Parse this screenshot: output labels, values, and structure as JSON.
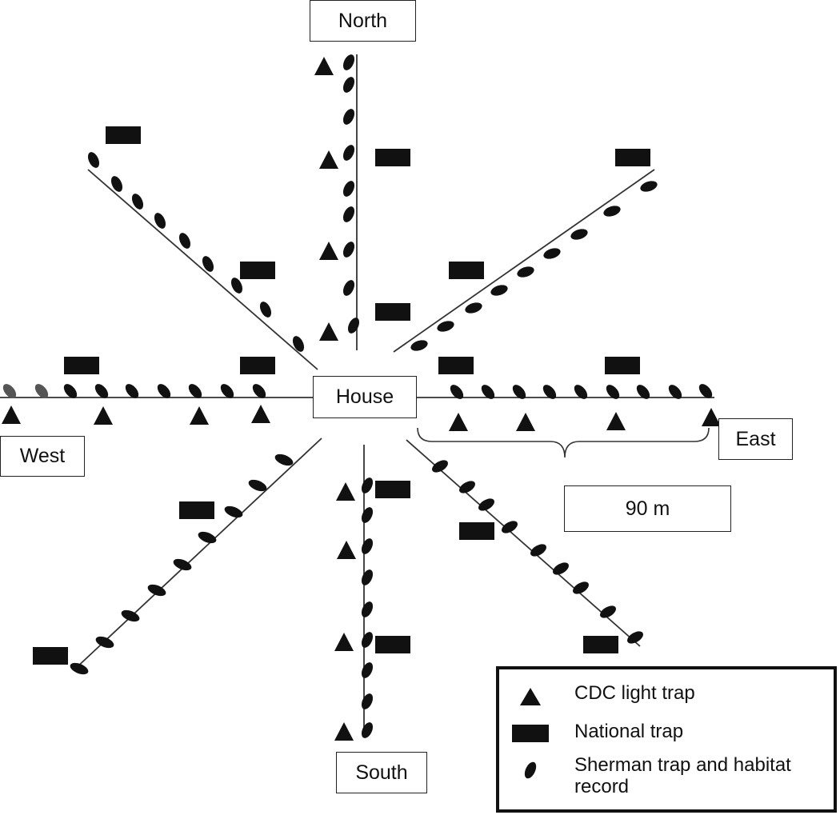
{
  "labels": {
    "north": "North",
    "south": "South",
    "east": "East",
    "west": "West",
    "house": "House",
    "distance": "90 m"
  },
  "legend": {
    "cdc": "CDC light trap",
    "national": "National trap",
    "sherman": "Sherman trap and habitat record"
  },
  "colors": {
    "ink": "#111111",
    "line": "#333333",
    "faded_oval": "#555555"
  },
  "icons": {
    "cdc": "triangle",
    "national": "filled-rectangle",
    "sherman": "tilted-ellipse"
  }
}
